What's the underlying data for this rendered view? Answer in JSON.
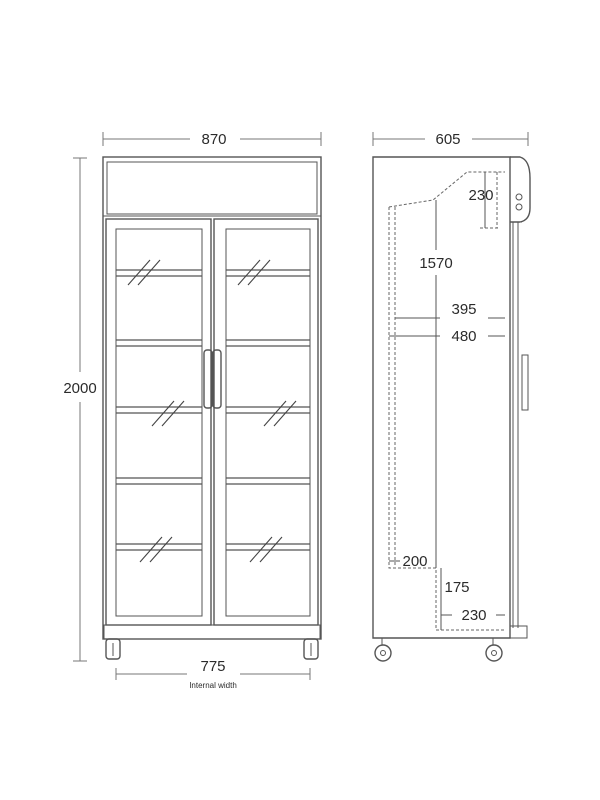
{
  "front_view": {
    "width_label": "870",
    "height_label": "2000",
    "internal_width_label": "775",
    "internal_width_caption": "Internal width"
  },
  "side_view": {
    "depth_label": "605",
    "top_unit_label": "230",
    "interior_height_label": "1570",
    "shelf_depth_label": "395",
    "interior_depth_label": "480",
    "bottom_step_label": "200",
    "base_height_label": "175",
    "base_depth_label": "230"
  }
}
